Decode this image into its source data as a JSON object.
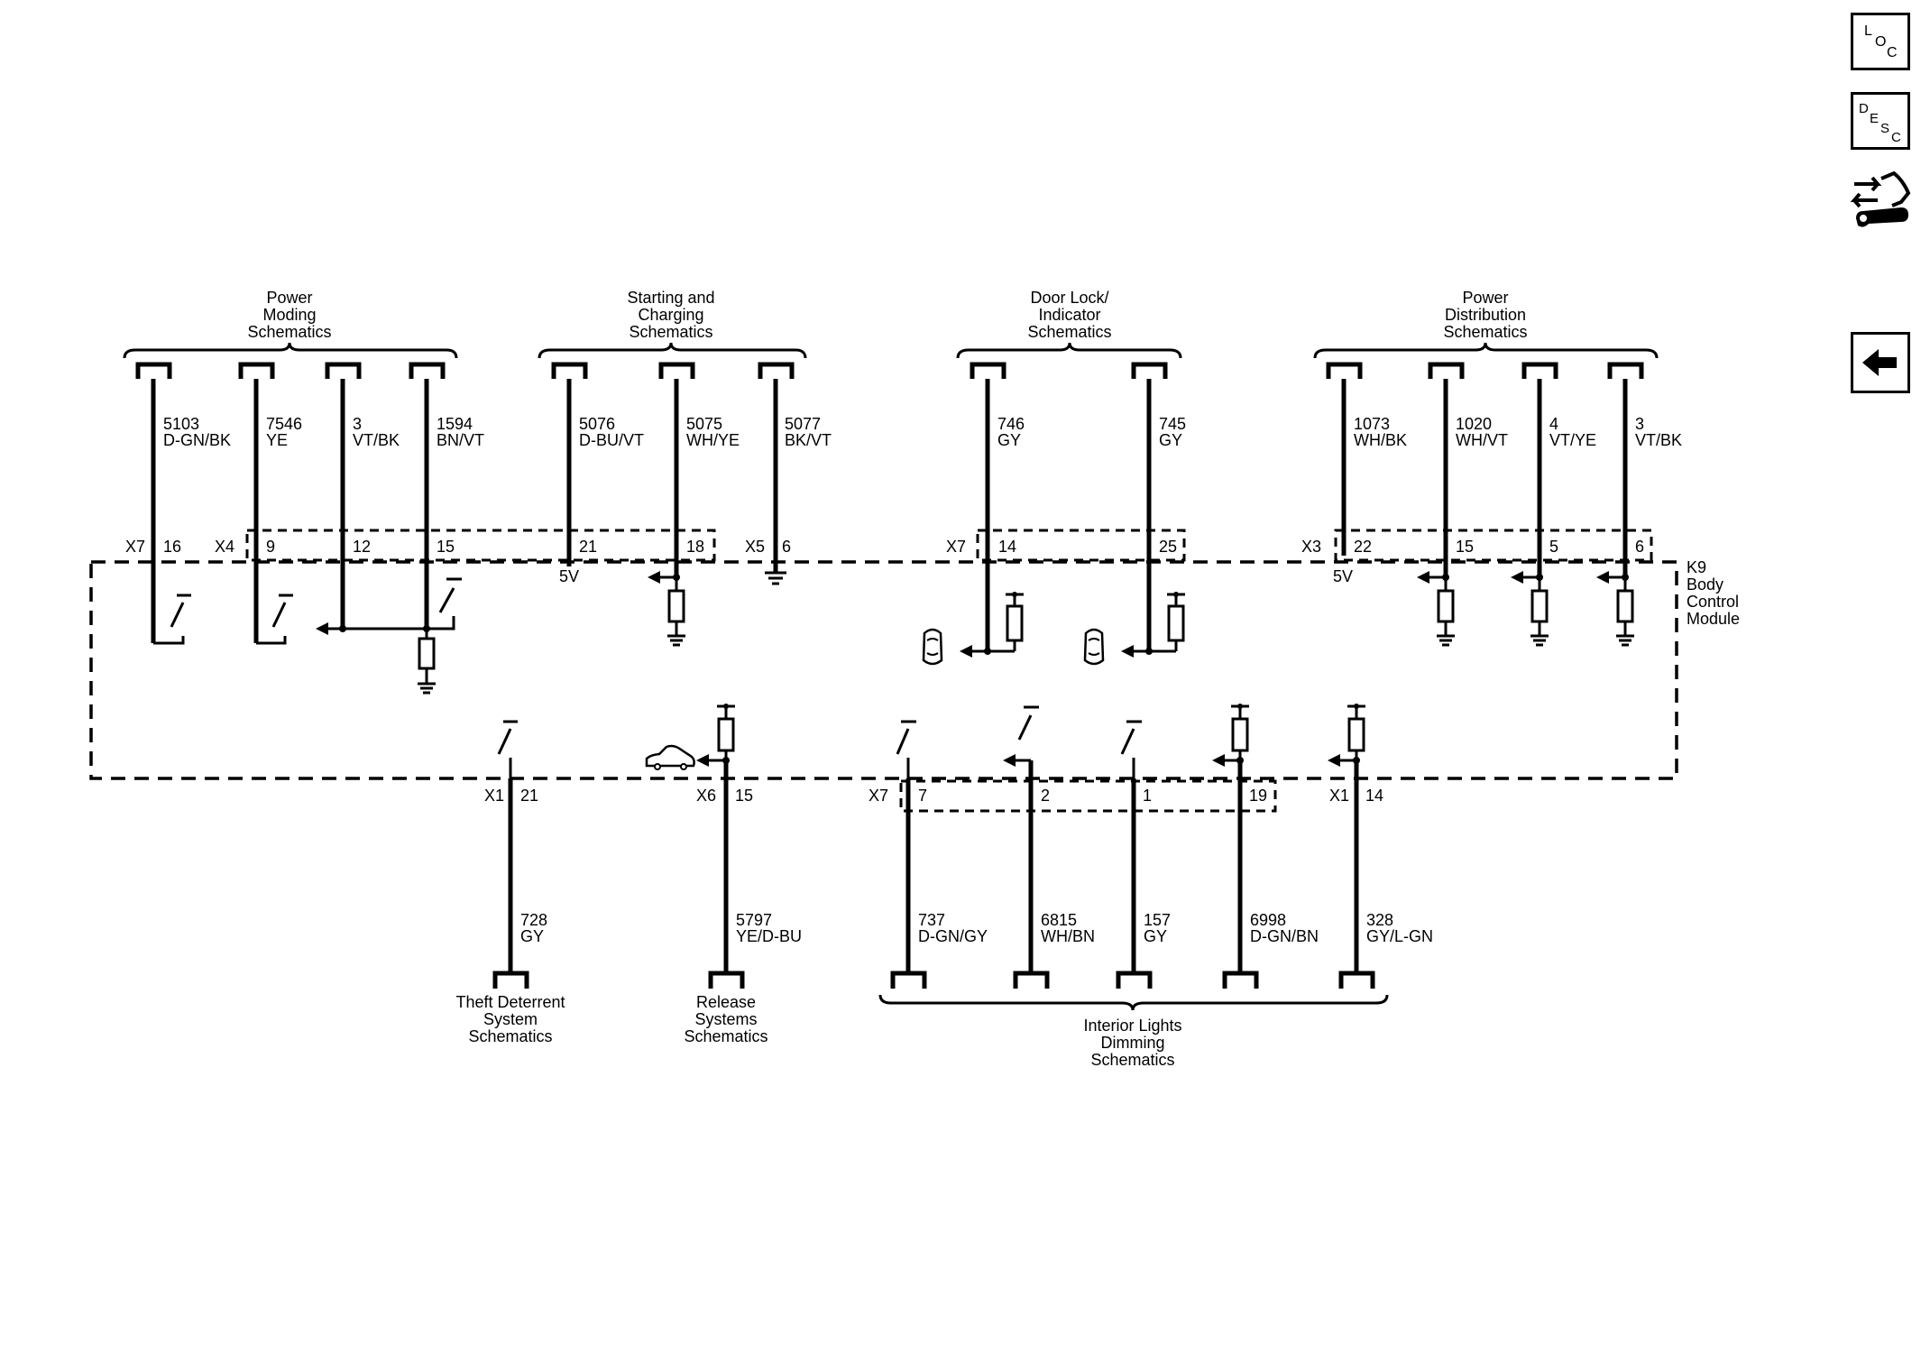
{
  "groups_top": [
    {
      "title": "Power\nModing\nSchematics"
    },
    {
      "title": "Starting and\nCharging\nSchematics"
    },
    {
      "title": "Door Lock/\nIndicator\nSchematics"
    },
    {
      "title": "Power\nDistribution\nSchematics"
    }
  ],
  "groups_bottom": [
    {
      "title": "Theft Deterrent\nSystem\nSchematics"
    },
    {
      "title": "Release\nSystems\nSchematics"
    },
    {
      "title": "Interior Lights\nDimming\nSchematics"
    }
  ],
  "module": {
    "name": "K9\nBody\nControl\nModule"
  },
  "top_wires": [
    {
      "circuit": "5103",
      "color": "D-GN/BK",
      "pin": "16"
    },
    {
      "circuit": "7546",
      "color": "YE",
      "pin": "9"
    },
    {
      "circuit": "3",
      "color": "VT/BK",
      "pin": "12"
    },
    {
      "circuit": "1594",
      "color": "BN/VT",
      "pin": "15"
    },
    {
      "circuit": "5076",
      "color": "D-BU/VT",
      "pin": "21"
    },
    {
      "circuit": "5075",
      "color": "WH/YE",
      "pin": "18"
    },
    {
      "circuit": "5077",
      "color": "BK/VT",
      "pin": "6"
    },
    {
      "circuit": "746",
      "color": "GY",
      "pin": "14"
    },
    {
      "circuit": "745",
      "color": "GY",
      "pin": "25"
    },
    {
      "circuit": "1073",
      "color": "WH/BK",
      "pin": "22"
    },
    {
      "circuit": "1020",
      "color": "WH/VT",
      "pin": "15"
    },
    {
      "circuit": "4",
      "color": "VT/YE",
      "pin": "5"
    },
    {
      "circuit": "3",
      "color": "VT/BK",
      "pin": "6"
    }
  ],
  "bottom_wires": [
    {
      "circuit": "728",
      "color": "GY",
      "pin": "21"
    },
    {
      "circuit": "5797",
      "color": "YE/D-BU",
      "pin": "15"
    },
    {
      "circuit": "737",
      "color": "D-GN/GY",
      "pin": "7"
    },
    {
      "circuit": "6815",
      "color": "WH/BN",
      "pin": "2"
    },
    {
      "circuit": "157",
      "color": "GY",
      "pin": "1"
    },
    {
      "circuit": "6998",
      "color": "D-GN/BN",
      "pin": "19"
    },
    {
      "circuit": "328",
      "color": "GY/L-GN",
      "pin": "14"
    }
  ],
  "connectors": {
    "top": [
      "X7",
      "X4",
      "X5",
      "X7",
      "X3"
    ],
    "bottom": [
      "X1",
      "X6",
      "X7",
      "X1"
    ]
  },
  "voltage_labels": [
    "5V",
    "5V"
  ],
  "side_buttons": {
    "loc": [
      "L",
      "O",
      "C"
    ],
    "desc": [
      "D",
      "E",
      "S",
      "C"
    ]
  }
}
